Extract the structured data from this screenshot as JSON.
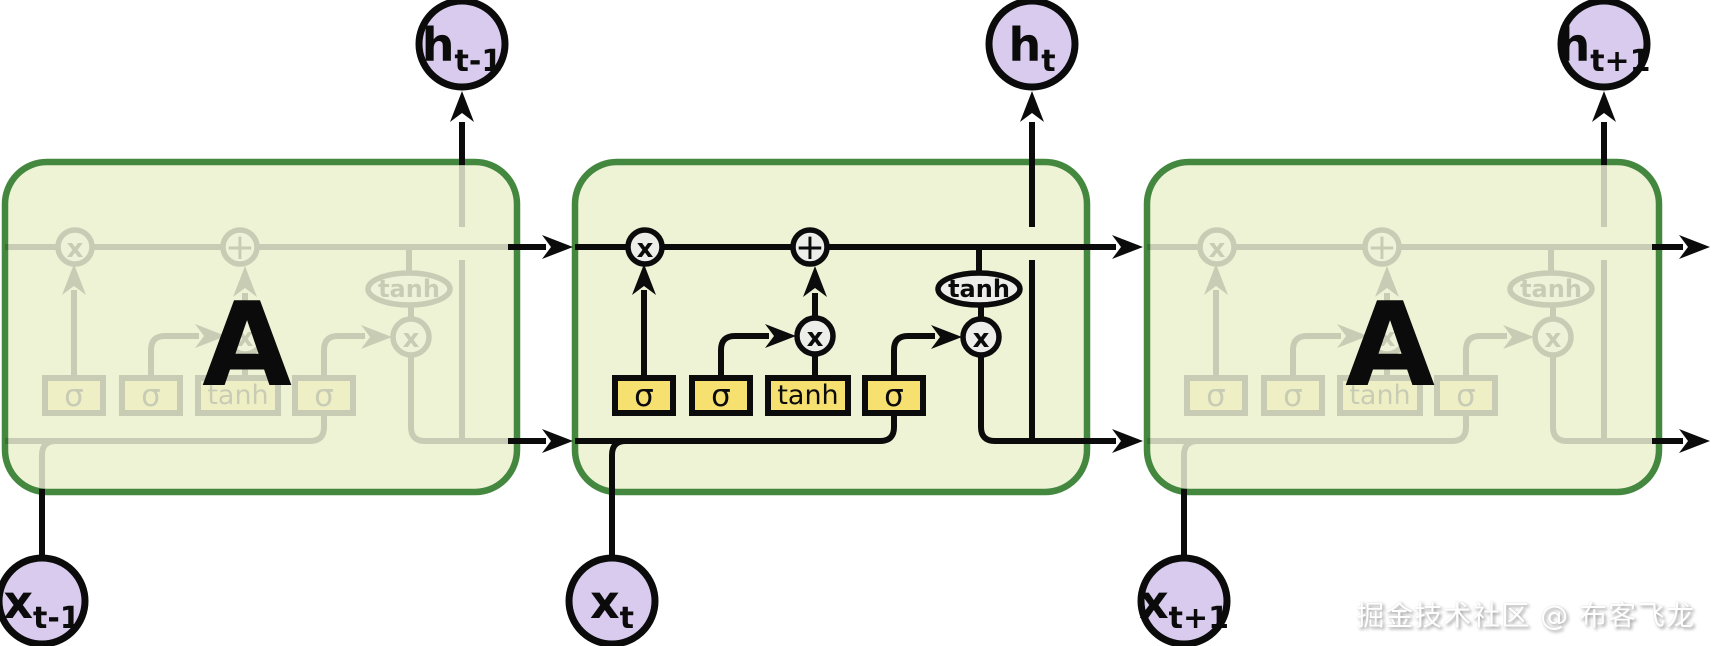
{
  "cell": {
    "label": "A",
    "gates": {
      "forget": "σ",
      "input": "σ",
      "candidate": "tanh",
      "output": "σ"
    },
    "ops": {
      "multiply": "x",
      "add": "+",
      "activation": "tanh"
    }
  },
  "nodes": {
    "h_prev": {
      "base": "h",
      "sub": "t-1"
    },
    "h_curr": {
      "base": "h",
      "sub": "t"
    },
    "h_next": {
      "base": "h",
      "sub": "t+1"
    },
    "x_prev": {
      "base": "x",
      "sub": "t-1"
    },
    "x_curr": {
      "base": "x",
      "sub": "t"
    },
    "x_next": {
      "base": "x",
      "sub": "t+1"
    }
  },
  "colors": {
    "cell_fill": "#eef3d6",
    "cell_border": "#44873f",
    "gate_fill": "#f6e070",
    "op_fill": "#ededea",
    "node_fill": "#d8cbee",
    "line": "#0b0b0b"
  },
  "watermark": "掘金技术社区 @ 布客飞龙"
}
